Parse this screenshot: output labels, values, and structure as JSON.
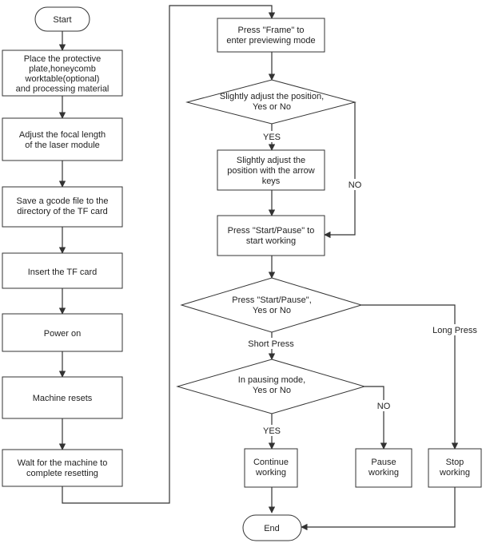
{
  "nodes": {
    "start": [
      "Start"
    ],
    "place_plate": [
      "Place the protective",
      "plate,honeycomb",
      "worktable(optional)",
      "and processing material"
    ],
    "adjust_focal": [
      "Adjust the focal length",
      "of the laser module"
    ],
    "save_gcode": [
      "Save a gcode file to the",
      "directory of the TF card"
    ],
    "insert_tf": [
      "Insert the TF card"
    ],
    "power_on": [
      "Power on"
    ],
    "machine_resets": [
      "Machine resets"
    ],
    "wait_reset": [
      "Walt for the machine to",
      "complete resetting"
    ],
    "press_frame": [
      "Press \"Frame\" to",
      "enter previewing mode"
    ],
    "adjust_question": [
      "Slightly adjust the position,",
      "Yes or No"
    ],
    "adjust_arrow": [
      "Slightly adjust the",
      "position with the arrow",
      "keys"
    ],
    "press_start": [
      "Press \"Start/Pause\"  to",
      "start working"
    ],
    "press_question": [
      "Press \"Start/Pause\",",
      "Yes or No"
    ],
    "pausing_question": [
      "In pausing mode,",
      "Yes or No"
    ],
    "continue_working": [
      "Continue",
      "working"
    ],
    "pause_working": [
      "Pause",
      "working"
    ],
    "stop_working": [
      "Stop",
      "working"
    ],
    "end": [
      "End"
    ]
  },
  "edge_labels": {
    "yes_1": "YES",
    "no_1": "NO",
    "short_press": "Short Press",
    "long_press": "Long Press",
    "no_2": "NO",
    "yes_2": "YES"
  }
}
